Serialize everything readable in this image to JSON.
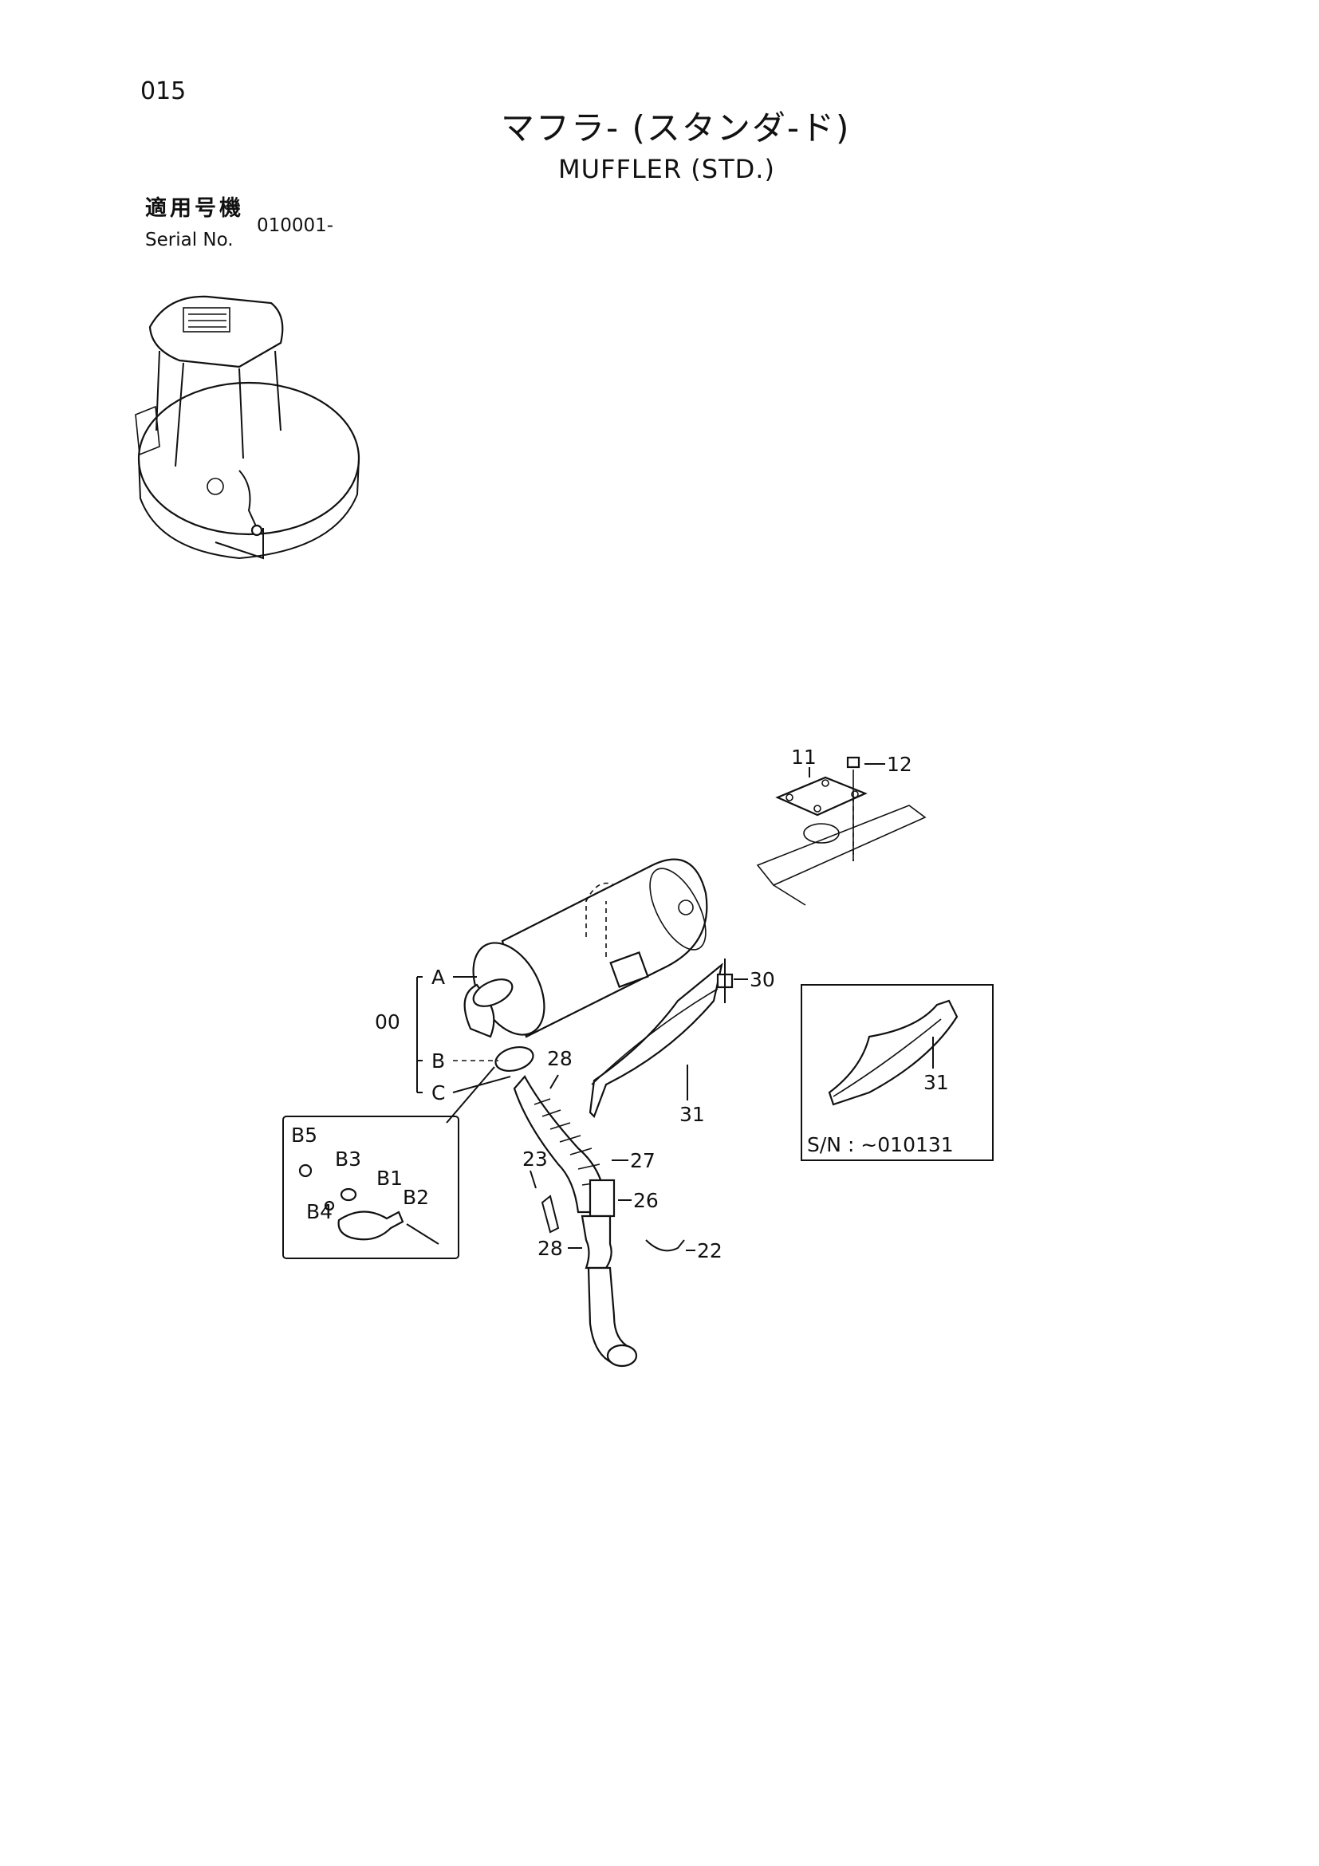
{
  "page": {
    "number": "015",
    "title_jp": "マフラ- (スタンダ-ド)",
    "title_en": "MUFFLER (STD.)"
  },
  "serial": {
    "label_jp": "適用号機",
    "label_en": "Serial No.",
    "value": "010001-"
  },
  "callouts": {
    "c11": "11",
    "c12": "12",
    "c30": "30",
    "c31a": "31",
    "c31b": "31",
    "c00": "00",
    "cA": "A",
    "cB": "B",
    "cC": "C",
    "c28a": "28",
    "c27": "27",
    "c23": "23",
    "c26": "26",
    "c28b": "28",
    "c22": "22",
    "cB1": "B1",
    "cB2": "B2",
    "cB3": "B3",
    "cB4": "B4",
    "cB5": "B5"
  },
  "inset_serial_note": "S/N : ~010131"
}
